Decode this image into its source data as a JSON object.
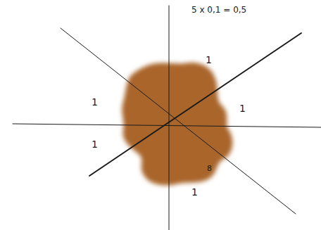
{
  "diagram": {
    "labels": [
      "5 x 0,1 = 0,5",
      "1",
      "1",
      "1",
      "1",
      "8",
      "1"
    ]
  }
}
